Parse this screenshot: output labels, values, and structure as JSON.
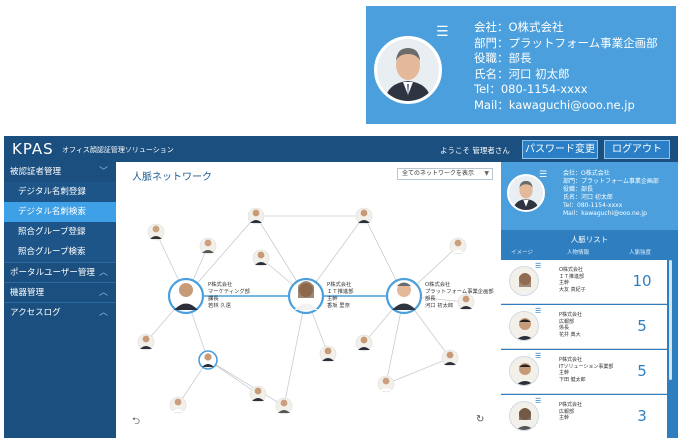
{
  "zoom": {
    "menu_icon": "list-menu-icon",
    "company": "会社：O株式会社",
    "department": "部門：プラットフォーム事業企画部",
    "position": "役職：部長",
    "name": "氏名：河口 初太郎",
    "tel": "Tel：080-1154-xxxx",
    "mail": "Mail：kawaguchi@ooo.ne.jp"
  },
  "header": {
    "logo": "KPAS",
    "subtitle": "オフィス顔認証管理ソリューション",
    "welcome": "ようこそ 管理者さん",
    "password_button": "パスワード変更",
    "logout_button": "ログアウト"
  },
  "sidebar": {
    "items": [
      {
        "label": "被認証者管理",
        "expanded": true
      },
      {
        "label": "デジタル名刺登録"
      },
      {
        "label": "デジタル名刺検索",
        "active": true
      },
      {
        "label": "照合グループ登録"
      },
      {
        "label": "照合グループ検索"
      },
      {
        "label": "ポータルユーザー管理"
      },
      {
        "label": "機器管理"
      },
      {
        "label": "アクセスログ"
      }
    ]
  },
  "main": {
    "title": "人脈ネットワーク",
    "network_select": "全てのネットワークを表示",
    "nodes": [
      {
        "company": "P株式会社",
        "dept": "マーケティング部",
        "title": "課長",
        "name": "若林 久遠"
      },
      {
        "company": "P株式会社",
        "dept": "ＩＴ推進部",
        "title": "主幹",
        "name": "香坂 里奈"
      },
      {
        "company": "O株式会社",
        "dept": "プラットフォーム事業企画部",
        "title": "部長",
        "name": "河口 初太郎"
      }
    ]
  },
  "right_panel": {
    "card": {
      "company": "会社：O株式会社",
      "department": "部門：プラットフォーム事業企画部",
      "position": "役職：部長",
      "name": "氏名：河口 初太郎",
      "tel": "Tel：080-1154-xxxx",
      "mail": "Mail：kawaguchi@ooo.ne.jp"
    },
    "list_title": "人脈リスト",
    "columns": [
      "イメージ",
      "人物情報",
      "人脈強度"
    ],
    "rows": [
      {
        "company": "O株式会社",
        "dept": "ＩＴ推進部",
        "title": "主幹",
        "name": "大友 真紀子",
        "strength": "10"
      },
      {
        "company": "P株式会社",
        "dept": "広報部",
        "title": "係長",
        "name": "花井 典大",
        "strength": "5"
      },
      {
        "company": "P株式会社",
        "dept": "ITソリューション事業部",
        "title": "主幹",
        "name": "下田 健太郎",
        "strength": "5"
      },
      {
        "company": "P株式会社",
        "dept": "広報部",
        "title": "主幹",
        "name": "",
        "strength": "3"
      }
    ]
  },
  "colors": {
    "dark_blue": "#1b4f7f",
    "accent": "#4a9fdc",
    "active_item": "#3ea0e6"
  }
}
